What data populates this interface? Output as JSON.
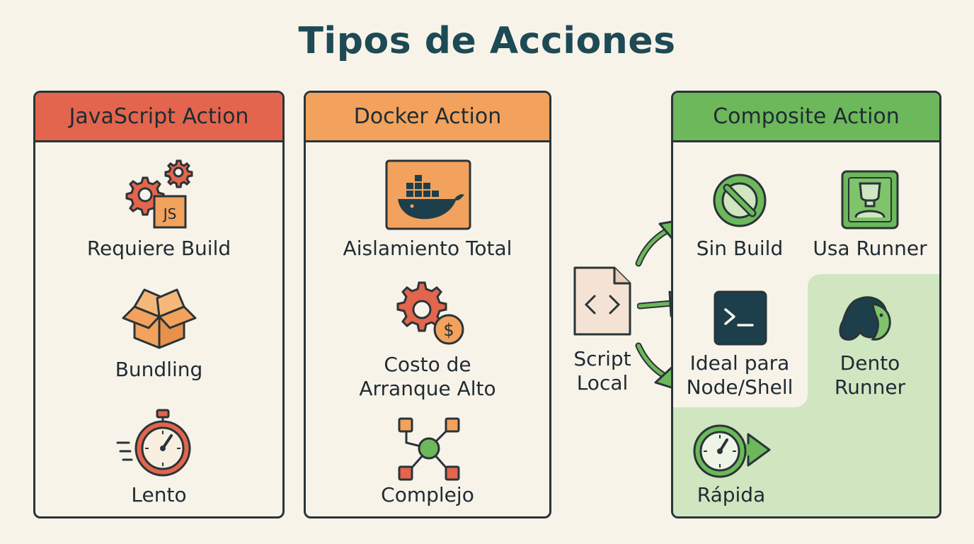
{
  "title": "Tipos de Acciones",
  "columns": {
    "javascript": {
      "header": "JavaScript Action",
      "items": [
        {
          "label": "Requiere Build",
          "icon": "gears-js-icon"
        },
        {
          "label": "Bundling",
          "icon": "open-box-icon"
        },
        {
          "label": "Lento",
          "icon": "stopwatch-icon"
        }
      ]
    },
    "docker": {
      "header": "Docker Action",
      "items": [
        {
          "label": "Aislamiento Total",
          "icon": "docker-whale-icon"
        },
        {
          "label_line1": "Costo de",
          "label_line2": "Arranque Alto",
          "icon": "gear-dollar-icon"
        },
        {
          "label": "Complejo",
          "icon": "network-nodes-icon"
        }
      ]
    },
    "composite": {
      "header": "Composite Action",
      "items": [
        {
          "label": "Sin Build",
          "icon": "no-entry-icon"
        },
        {
          "label": "Usa Runner",
          "icon": "runner-icon"
        },
        {
          "label_line1": "Ideal para",
          "label_line2": "Node/Shell",
          "icon": "terminal-icon"
        },
        {
          "label_line1": "Dento",
          "label_line2": "Runner",
          "icon": "runner-head-icon"
        },
        {
          "label": "Rápida",
          "icon": "fast-stopwatch-icon"
        }
      ]
    }
  },
  "source": {
    "label_line1": "Script",
    "label_line2": "Local",
    "icon": "code-file-icon"
  },
  "colors": {
    "javascript": "#e3654d",
    "docker": "#f2a25c",
    "composite": "#6cb85a",
    "title": "#1d4a55",
    "terminal": "#1d3f4c"
  }
}
